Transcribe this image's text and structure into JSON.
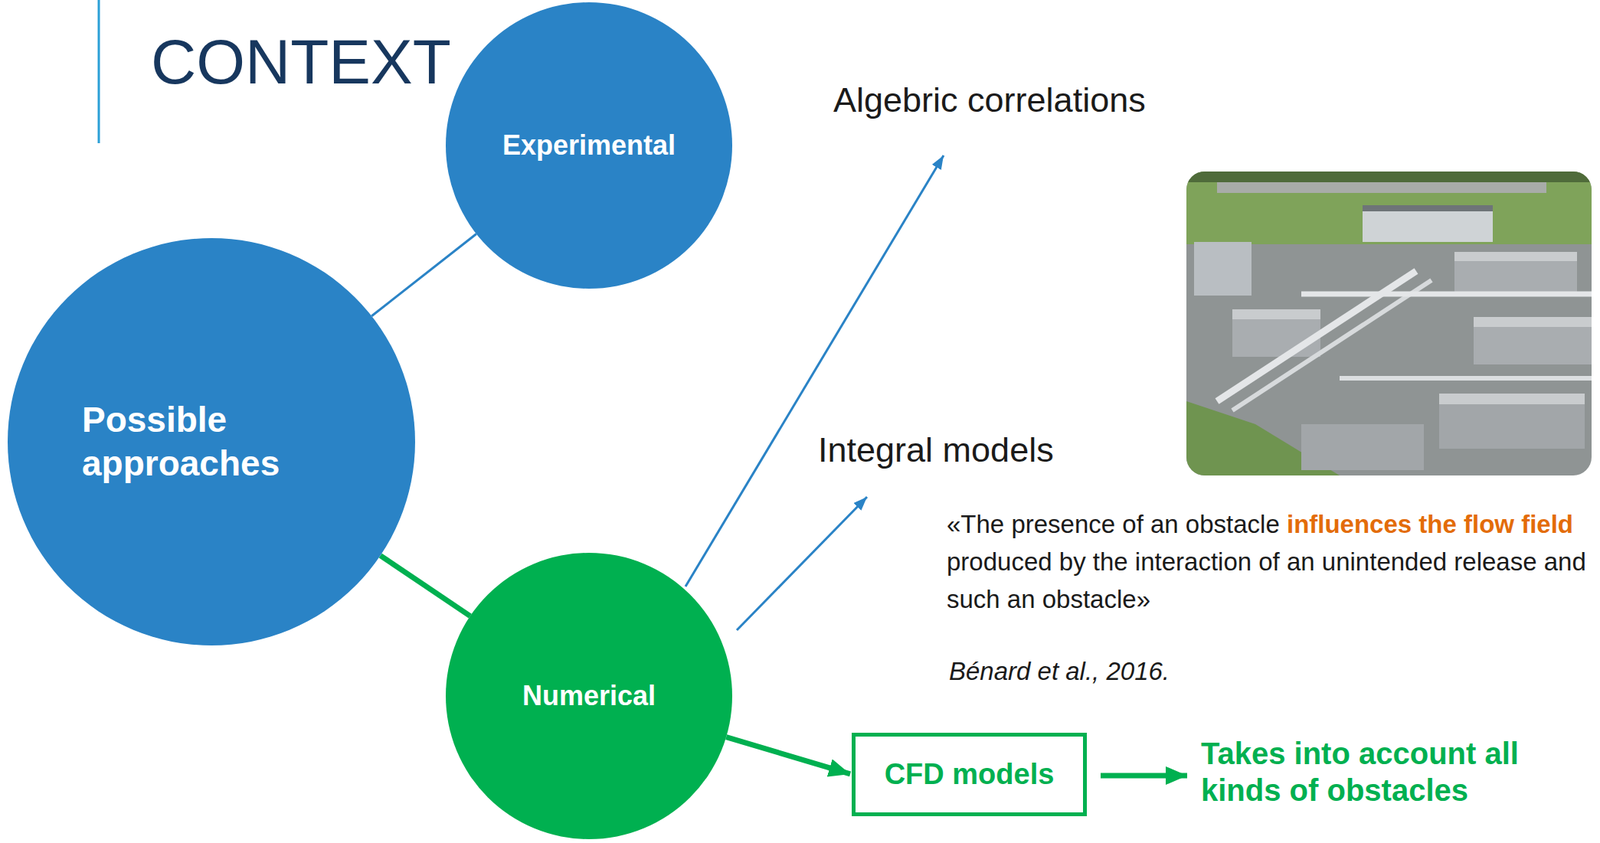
{
  "diagram": {
    "title": "CONTEXT",
    "nodes": [
      {
        "text": [
          "Possible approaches"
        ]
      },
      {
        "text": [
          "Experimental"
        ]
      },
      {
        "text": [
          "Numerical"
        ]
      },
      {
        "text": [
          "CFD models"
        ]
      }
    ],
    "edges": [
      {
        "from": 0,
        "to": 1,
        "arrow": "none"
      },
      {
        "from": 0,
        "to": 2,
        "arrow": "none"
      },
      {
        "from": 2,
        "to": 3,
        "arrow": "to"
      }
    ],
    "labels": [
      "Algebric correlations",
      "Integral models",
      "«The presence of an obstacle",
      "influences the flow field",
      "produced by the interaction of an unintended release and such an obstacle»",
      "Bénard et al., 2016.",
      "Takes into account all kinds of obstacles"
    ]
  }
}
